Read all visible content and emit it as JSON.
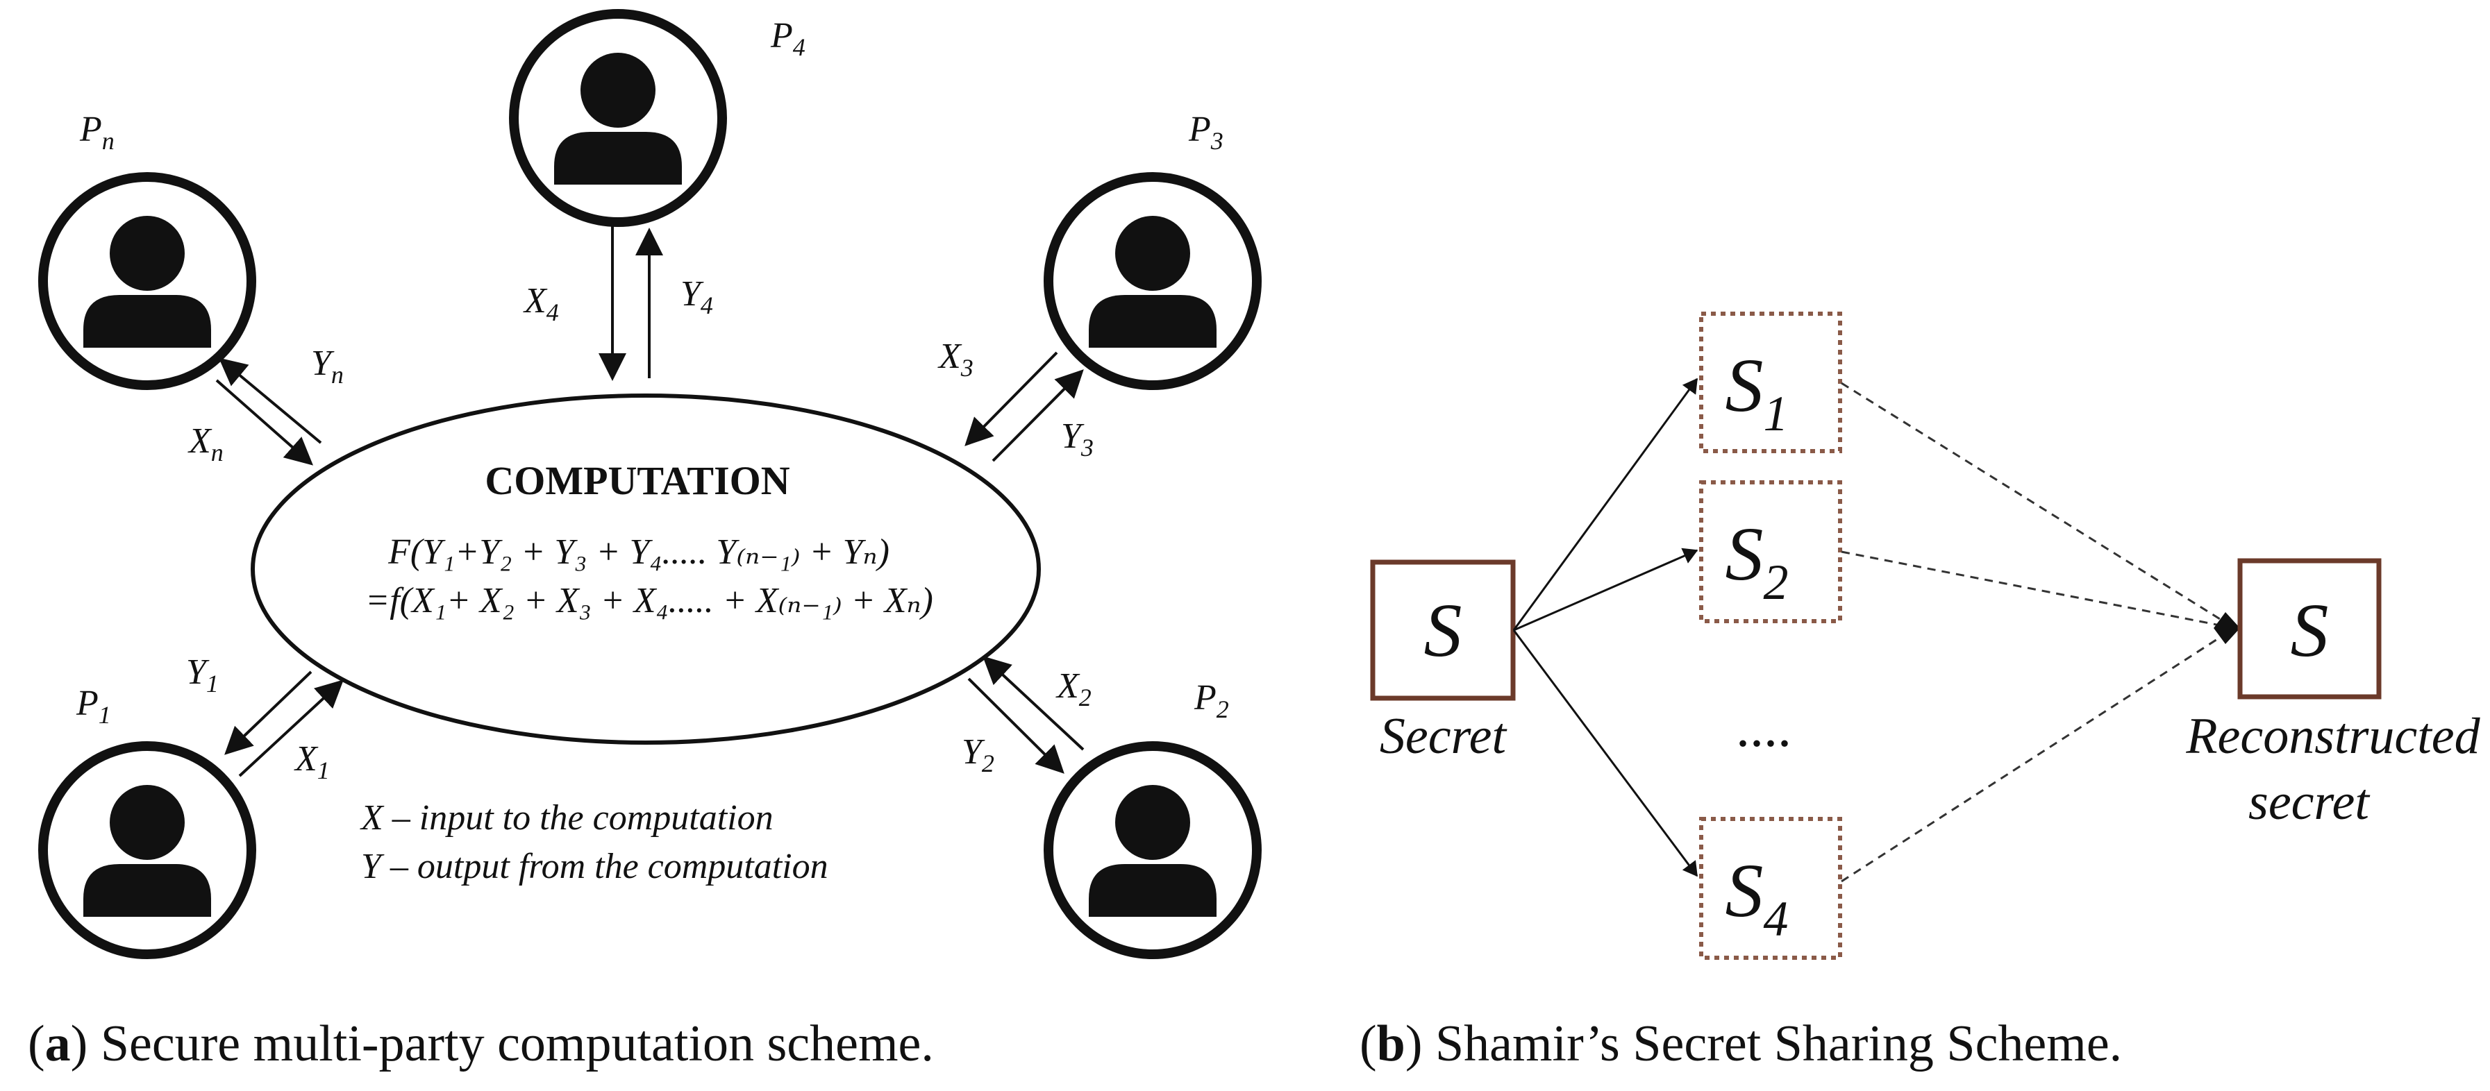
{
  "panel_a": {
    "caption_letter": "a",
    "caption_text": "Secure multi-party computation scheme.",
    "center_title": "COMPUTATION",
    "formula_line1": "F(Y₁+Y₂ + Y₃ + Y₄..... Y₍ₙ₋₁₎ + Yₙ)",
    "formula_line2": "=f(X₁+ X₂ + X₃ + X₄..... + X₍ₙ₋₁₎ + Xₙ)",
    "legend_x": "X – input to the computation",
    "legend_y": "Y – output from the computation",
    "parties": [
      {
        "id": "Pn",
        "label": "P",
        "sub": "n",
        "in_label": "X",
        "in_sub": "n",
        "out_label": "Y",
        "out_sub": "n"
      },
      {
        "id": "P4",
        "label": "P",
        "sub": "4",
        "in_label": "X",
        "in_sub": "4",
        "out_label": "Y",
        "out_sub": "4"
      },
      {
        "id": "P3",
        "label": "P",
        "sub": "3",
        "in_label": "X",
        "in_sub": "3",
        "out_label": "Y",
        "out_sub": "3"
      },
      {
        "id": "P1",
        "label": "P",
        "sub": "1",
        "in_label": "X",
        "in_sub": "1",
        "out_label": "Y",
        "out_sub": "1"
      },
      {
        "id": "P2",
        "label": "P",
        "sub": "2",
        "in_label": "X",
        "in_sub": "2",
        "out_label": "Y",
        "out_sub": "2"
      }
    ]
  },
  "panel_b": {
    "caption_letter": "b",
    "caption_text": "Shamir’s Secret Sharing Scheme.",
    "secret_symbol": "S",
    "secret_label": "Secret",
    "share_symbol": "S",
    "shares": [
      "1",
      "2",
      "4"
    ],
    "ellipsis": "....",
    "reconstructed_symbol": "S",
    "reconstructed_label_line1": "Reconstructed",
    "reconstructed_label_line2": "secret",
    "colors": {
      "box_border": "#6b3a2a",
      "share_border": "#8a5a48"
    }
  }
}
